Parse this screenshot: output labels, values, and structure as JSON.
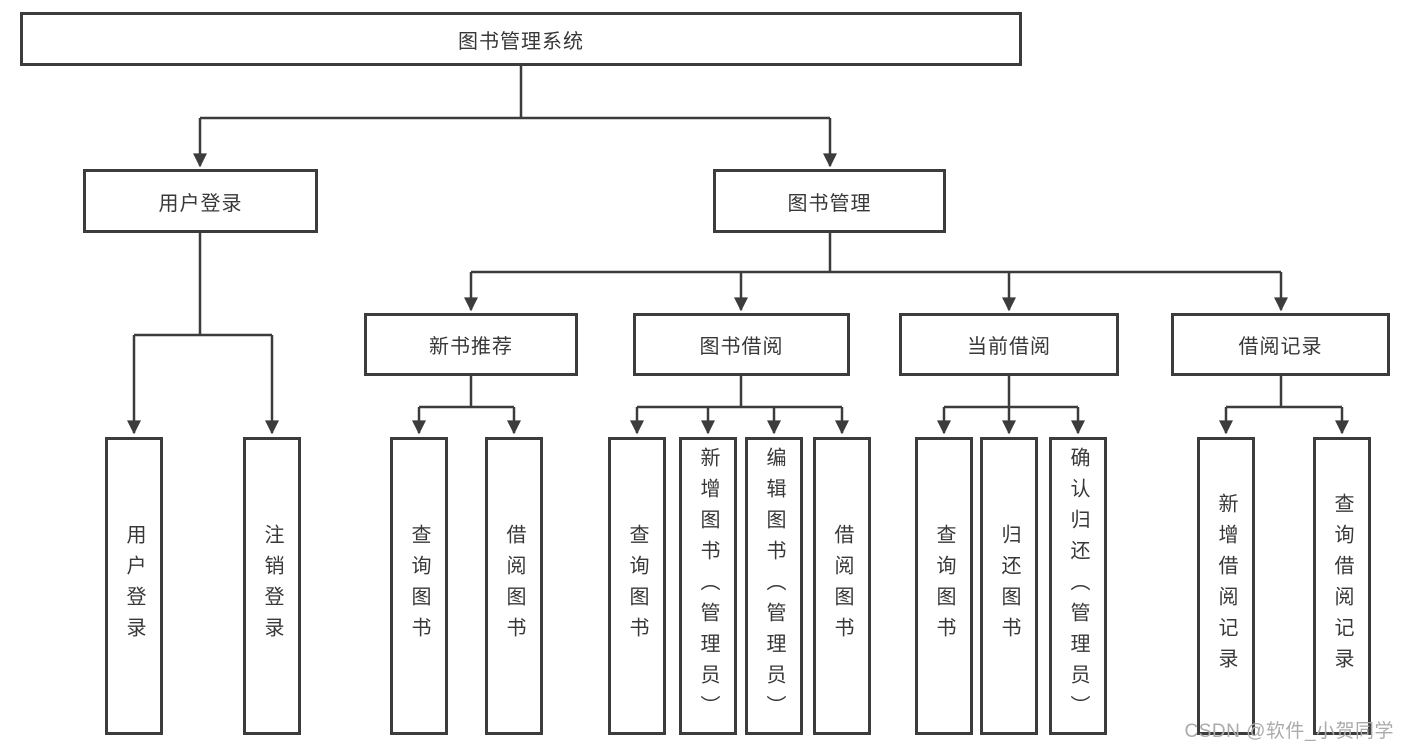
{
  "diagram": {
    "root": {
      "label": "图书管理系统"
    },
    "branches": [
      {
        "label": "用户登录",
        "children": [
          {
            "label": "用户登录"
          },
          {
            "label": "注销登录"
          }
        ]
      },
      {
        "label": "图书管理",
        "children": [
          {
            "label": "新书推荐",
            "children": [
              {
                "label": "查询图书"
              },
              {
                "label": "借阅图书"
              }
            ]
          },
          {
            "label": "图书借阅",
            "children": [
              {
                "label": "查询图书"
              },
              {
                "label": "新增图书（管理员）"
              },
              {
                "label": "编辑图书（管理员）"
              },
              {
                "label": "借阅图书"
              }
            ]
          },
          {
            "label": "当前借阅",
            "children": [
              {
                "label": "查询图书"
              },
              {
                "label": "归还图书"
              },
              {
                "label": "确认归还（管理员）"
              }
            ]
          },
          {
            "label": "借阅记录",
            "children": [
              {
                "label": "新增借阅记录"
              },
              {
                "label": "查询借阅记录"
              }
            ]
          }
        ]
      }
    ]
  },
  "watermark": {
    "text": "CSDN @软件_小贺同学"
  },
  "colors": {
    "line": "#3c3c3c",
    "arrow_fill": "#3c3c3c",
    "box_border": "#3c3c3c",
    "text": "#383838",
    "watermark": "#ababab",
    "background": "#ffffff"
  }
}
